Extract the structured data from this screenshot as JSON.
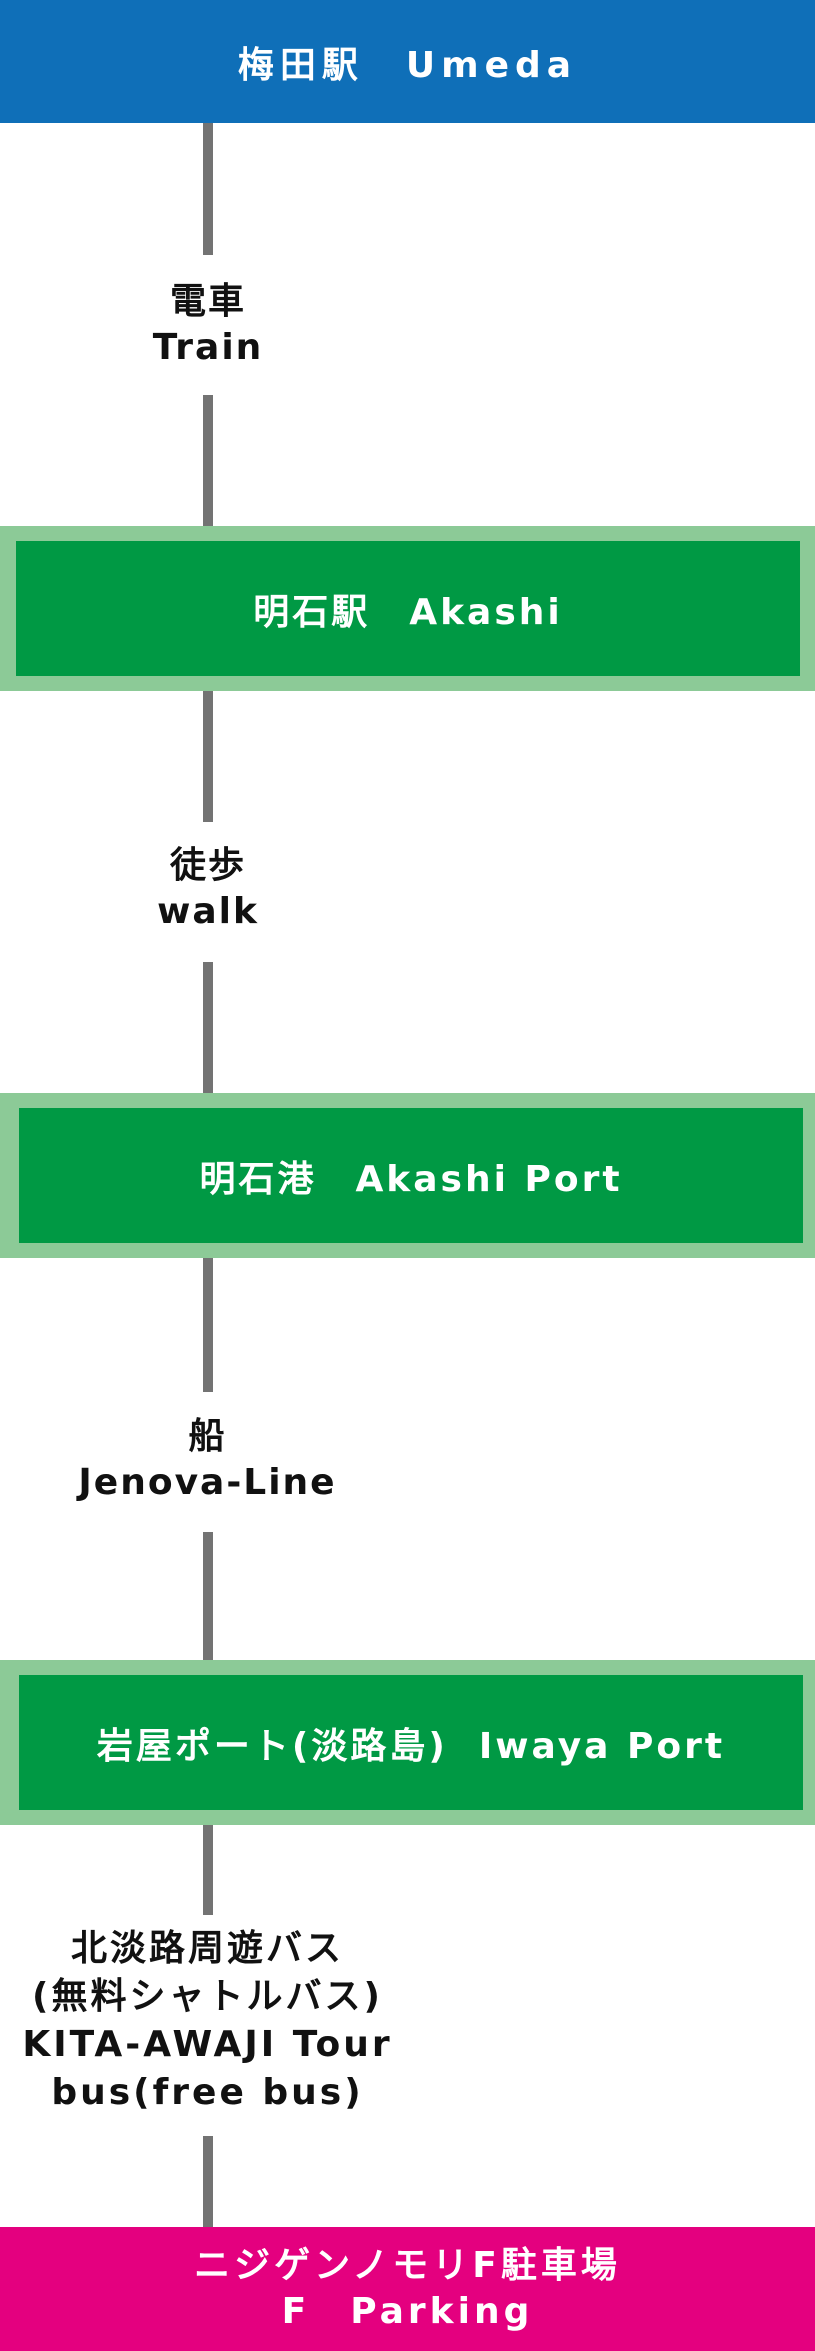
{
  "route": {
    "start": {
      "label": "梅田駅　Umeda",
      "color": "#0f6fb8"
    },
    "steps": [
      {
        "mode_jp": "電車",
        "mode_en": "Train"
      },
      {
        "station": "明石駅　Akashi"
      },
      {
        "mode_jp": "徒歩",
        "mode_en": "walk"
      },
      {
        "station": "明石港　Akashi Port"
      },
      {
        "mode_jp": "船",
        "mode_en": "Jenova-Line"
      },
      {
        "station": "岩屋ポート(淡路島)  Iwaya Port"
      },
      {
        "mode_jp": "北淡路周遊バス",
        "mode_jp2": "(無料シャトルバス)",
        "mode_en": "KITA-AWAJI Tour",
        "mode_en2": "bus(free bus)"
      }
    ],
    "end": {
      "label_jp": "ニジゲンノモリF駐車場",
      "label_en": "F　Parking",
      "color": "#e4007f"
    },
    "colors": {
      "station_fill": "#009944",
      "station_border": "#8cca97",
      "connector": "#737373"
    }
  }
}
